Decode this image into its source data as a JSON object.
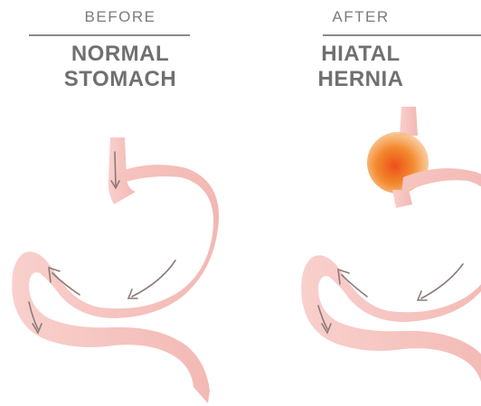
{
  "panels": [
    {
      "stage": "BEFORE",
      "title_line1": "NORMAL",
      "title_line2": "STOMACH"
    },
    {
      "stage": "AFTER",
      "title_line1": "HIATAL",
      "title_line2": "HERNIA"
    }
  ],
  "colors": {
    "organ_fill": "#f7c7c3",
    "organ_shade": "#f0aea8",
    "arrow": "#8c7a78",
    "text": "#707070",
    "rule": "#8a8a8a",
    "hernia_core": "#ef5a1c",
    "hernia_glow": "#f7a24a"
  }
}
